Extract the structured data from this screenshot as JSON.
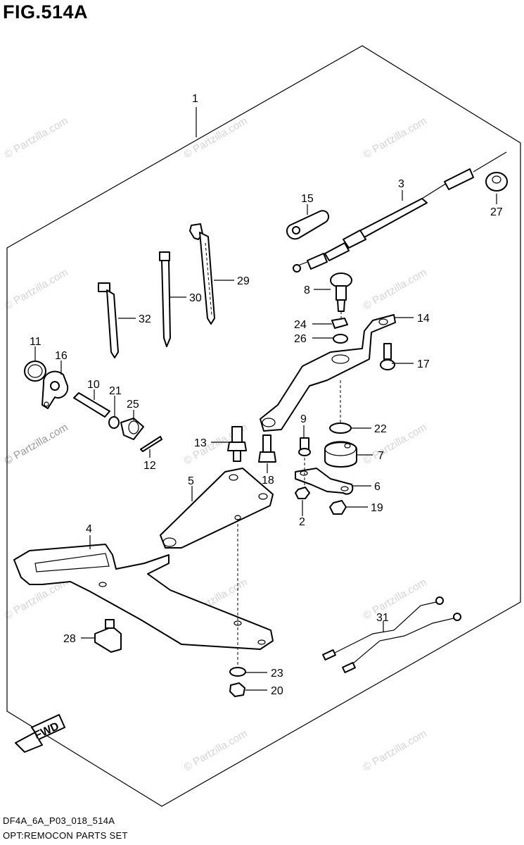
{
  "figure": {
    "title": "FIG.514A",
    "code": "DF4A_6A_P03_018_514A",
    "name": "OPT:REMOCON PARTS SET",
    "fwd_label": "FWD"
  },
  "watermark": {
    "text": "© Partzilla.com"
  },
  "callouts": [
    {
      "key": "p1",
      "number": "1"
    },
    {
      "key": "p2",
      "number": "2"
    },
    {
      "key": "p3",
      "number": "3"
    },
    {
      "key": "p4",
      "number": "4"
    },
    {
      "key": "p5",
      "number": "5"
    },
    {
      "key": "p6",
      "number": "6"
    },
    {
      "key": "p7",
      "number": "7"
    },
    {
      "key": "p8",
      "number": "8"
    },
    {
      "key": "p9",
      "number": "9"
    },
    {
      "key": "p10",
      "number": "10"
    },
    {
      "key": "p11",
      "number": "11"
    },
    {
      "key": "p12",
      "number": "12"
    },
    {
      "key": "p13",
      "number": "13"
    },
    {
      "key": "p14",
      "number": "14"
    },
    {
      "key": "p15",
      "number": "15"
    },
    {
      "key": "p16",
      "number": "16"
    },
    {
      "key": "p17",
      "number": "17"
    },
    {
      "key": "p18",
      "number": "18"
    },
    {
      "key": "p19",
      "number": "19"
    },
    {
      "key": "p20",
      "number": "20"
    },
    {
      "key": "p21",
      "number": "21"
    },
    {
      "key": "p22",
      "number": "22"
    },
    {
      "key": "p23",
      "number": "23"
    },
    {
      "key": "p24",
      "number": "24"
    },
    {
      "key": "p25",
      "number": "25"
    },
    {
      "key": "p26",
      "number": "26"
    },
    {
      "key": "p27",
      "number": "27"
    },
    {
      "key": "p28",
      "number": "28"
    },
    {
      "key": "p29",
      "number": "29"
    },
    {
      "key": "p30",
      "number": "30"
    },
    {
      "key": "p31",
      "number": "31"
    },
    {
      "key": "p32",
      "number": "32"
    }
  ]
}
